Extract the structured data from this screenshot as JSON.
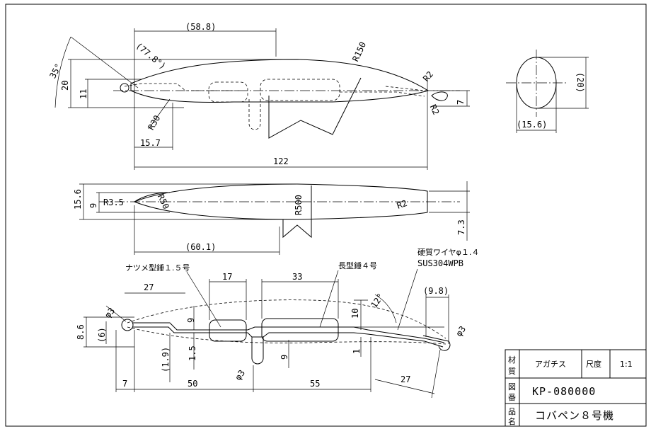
{
  "side_view": {
    "dims": {
      "top_length": "(58.8)",
      "radius_top": "R150",
      "angle_front": "(77.8°)",
      "angle_back": "35°",
      "height_20": "20",
      "height_11": "11",
      "radius_30": "R30",
      "length_15_7": "15.7",
      "total_length": "122",
      "radius_r2_top": "R2",
      "radius_r2_bottom": "R2",
      "tail_7": "7"
    }
  },
  "section_view": {
    "dims": {
      "height": "(20)",
      "width": "(15.6)"
    }
  },
  "top_view": {
    "dims": {
      "width_15_6": "15.6",
      "width_9": "9",
      "radius_3_5": "R3.5",
      "radius_50": "R50",
      "radius_500": "R500",
      "radius_2": "R2",
      "tail_7_3": "7.3",
      "length_60_1": "(60.1)"
    }
  },
  "internal_view": {
    "labels": {
      "weight_small": "ナツメ型錘１.５号",
      "weight_long": "長型錘４号",
      "wire": "硬質ワイヤφ１.４",
      "wire_material": "SUS304WPB"
    },
    "dims": {
      "d27_top": "27",
      "d17": "17",
      "d33": "33",
      "d9_8": "(9.8)",
      "angle_12": "12°",
      "phi3_left": "φ3",
      "phi3_right": "φ3",
      "phi3_bottom": "φ3",
      "d8_6": "8.6",
      "d6": "(6)",
      "d9_left": "9",
      "d1_5": "1.5",
      "d1_9": "(1.9)",
      "d10": "10",
      "d1": "1",
      "d9_bottom": "9",
      "d7": "7",
      "d50": "50",
      "d55": "55",
      "d27_bottom": "27"
    }
  },
  "title_block": {
    "material_label": "材質",
    "material_value": "アガチス",
    "scale_label": "尺度",
    "scale_value": "1:1",
    "drawing_no_label": "図番",
    "drawing_no_value": "KP-080000",
    "product_label": "品名",
    "product_value": "コバペン８号機"
  }
}
